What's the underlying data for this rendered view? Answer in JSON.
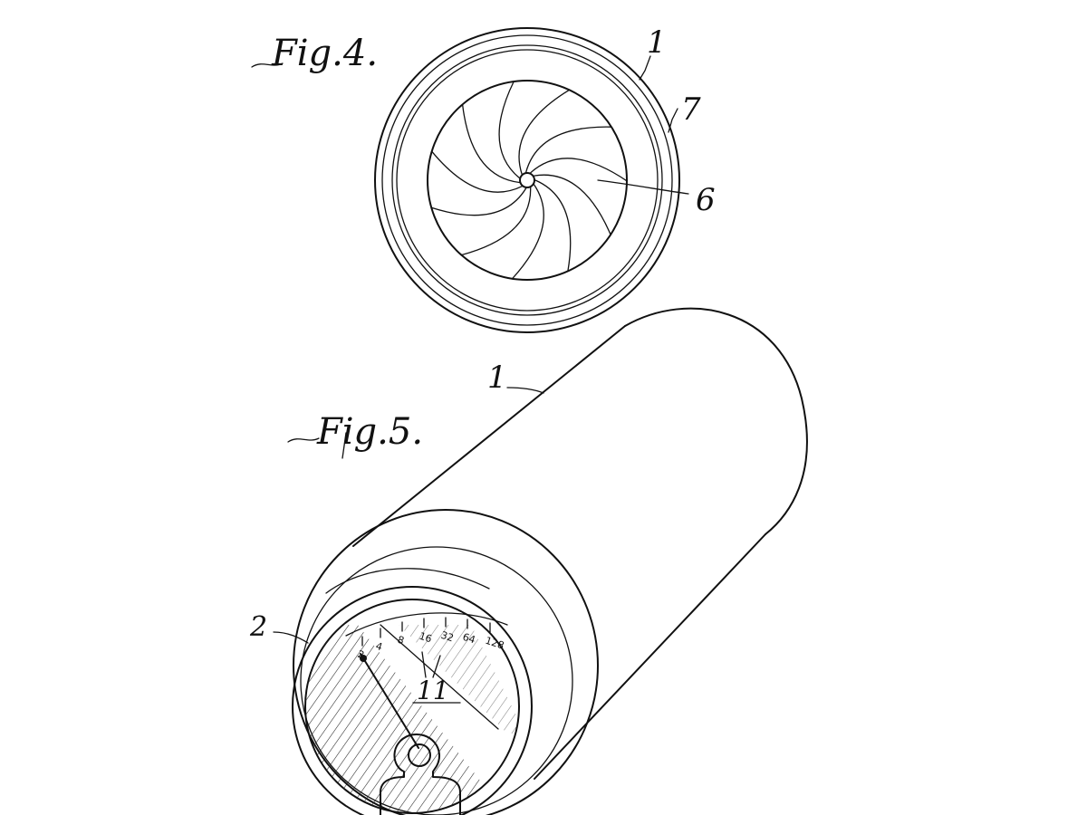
{
  "figures": {
    "fig4": {
      "title": "Fig.4.",
      "refs": {
        "ring_outer": "1",
        "ring_inner": "7",
        "shutter": "6"
      }
    },
    "fig5": {
      "title": "Fig.5.",
      "refs": {
        "body": "1",
        "end": "2",
        "dial": "11"
      }
    }
  },
  "scale": [
    "2",
    "4",
    "8",
    "16",
    "32",
    "64",
    "128"
  ],
  "colors": {
    "ink": "#111111",
    "paper": "#ffffff"
  }
}
